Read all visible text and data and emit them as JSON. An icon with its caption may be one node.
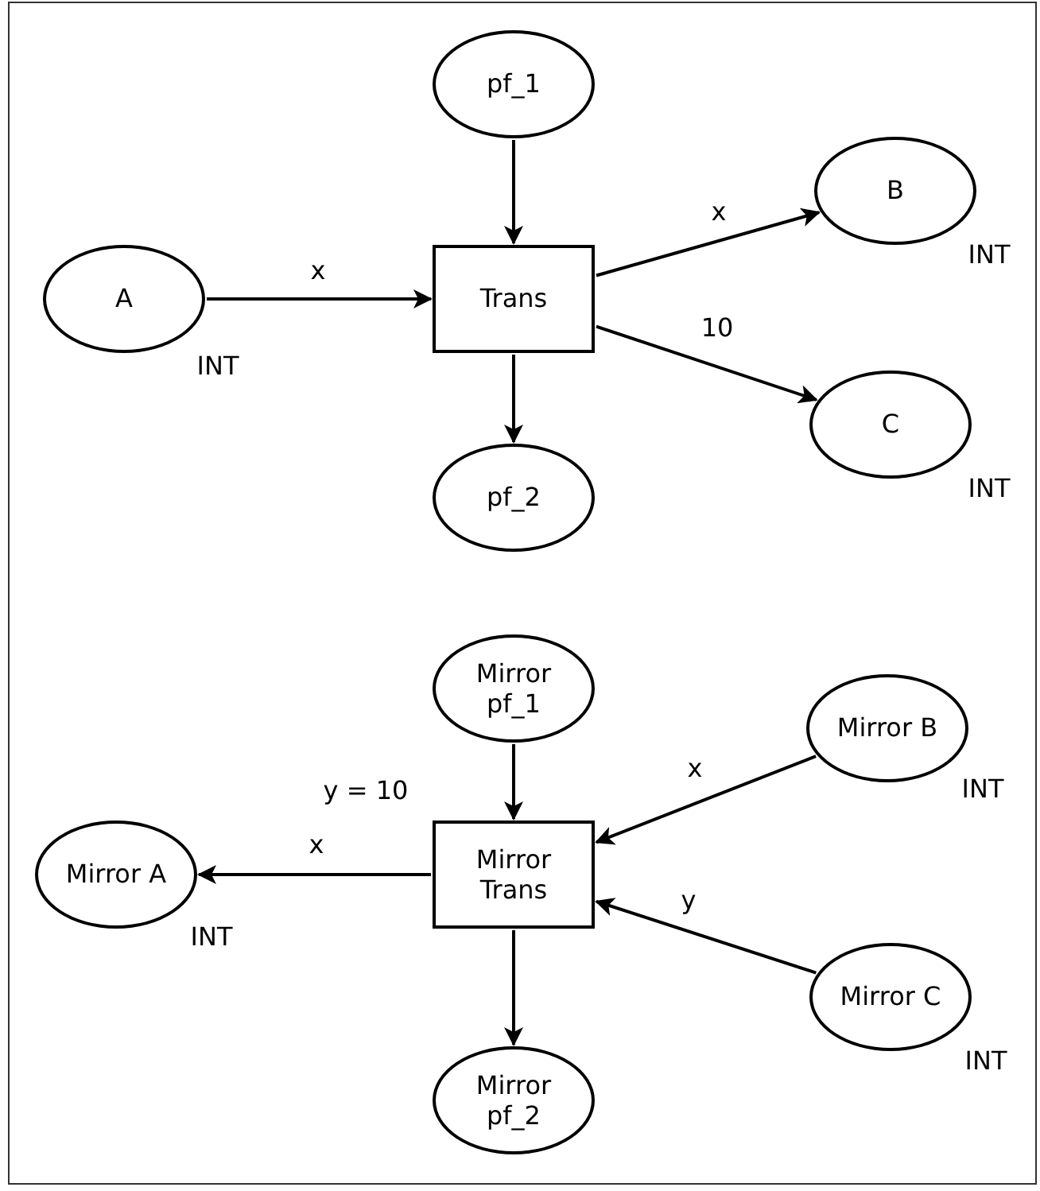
{
  "diagram": {
    "nodes": [
      {
        "text": [
          "pf_1"
        ]
      },
      {
        "text": [
          "A"
        ],
        "beside": [
          "INT"
        ]
      },
      {
        "text": [
          "Trans"
        ]
      },
      {
        "text": [
          "B"
        ],
        "beside": [
          "INT"
        ]
      },
      {
        "text": [
          "C"
        ],
        "beside": [
          "INT"
        ]
      },
      {
        "text": [
          "pf_2"
        ]
      },
      {
        "text": [
          "Mirror pf_1"
        ]
      },
      {
        "text": [
          "Mirror B"
        ],
        "beside": [
          "INT"
        ]
      },
      {
        "text": [
          "Mirror A"
        ],
        "beside": [
          "INT"
        ]
      },
      {
        "text": [
          "Mirror Trans"
        ],
        "beside": [
          "y = 10"
        ]
      },
      {
        "text": [
          "Mirror C"
        ],
        "beside": [
          "INT"
        ]
      },
      {
        "text": [
          "Mirror pf_2"
        ]
      }
    ],
    "edges": [
      {
        "from": 0,
        "to": 2,
        "arrow": "to"
      },
      {
        "from": 1,
        "to": 2,
        "arrow": "to",
        "label": "x"
      },
      {
        "from": 2,
        "to": 3,
        "arrow": "to",
        "label": "x"
      },
      {
        "from": 2,
        "to": 4,
        "arrow": "to",
        "label": "10"
      },
      {
        "from": 2,
        "to": 5,
        "arrow": "to"
      },
      {
        "from": 6,
        "to": 9,
        "arrow": "to"
      },
      {
        "from": 9,
        "to": 8,
        "arrow": "to",
        "label": "x"
      },
      {
        "from": 7,
        "to": 9,
        "arrow": "to",
        "label": "x"
      },
      {
        "from": 10,
        "to": 9,
        "arrow": "to",
        "label": "y"
      },
      {
        "from": 9,
        "to": 11,
        "arrow": "to"
      }
    ]
  }
}
